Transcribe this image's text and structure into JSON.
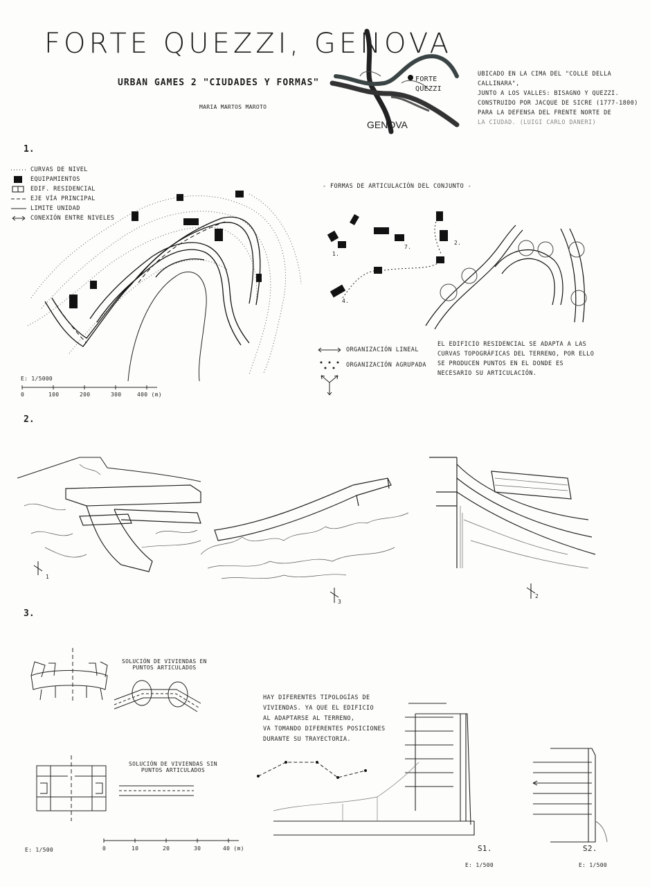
{
  "header": {
    "title": "FORTE QUEZZI, GENOVA",
    "subtitle": "URBAN GAMES 2 \"CIUDADES Y FORMAS\"",
    "author": "MARIA MARTOS MAROTO"
  },
  "map": {
    "label_site": "FORTE QUEZZI",
    "label_city": "GENOVA"
  },
  "intro_text": [
    "UBICADO EN LA CIMA DEL \"COLLE DELLA CALLINARA\",",
    "JUNTO A LOS VALLES: BISAGNO Y QUEZZI.",
    "CONSTRUIDO POR JACQUE DE SICRE (1777-1800)",
    "PARA LA DEFENSA DEL FRENTE NORTE DE",
    "LA CIUDAD. (LUIGI CARLO DANERI)"
  ],
  "section1": {
    "number": "1.",
    "legend": [
      {
        "icon": "dotted-line",
        "label": "CURVAS DE NIVEL"
      },
      {
        "icon": "filled-block",
        "label": "EQUIPAMIENTOS"
      },
      {
        "icon": "outlined-block",
        "label": "EDIF. RESIDENCIAL"
      },
      {
        "icon": "dashed-line",
        "label": "EJE VÍA PRINCIPAL"
      },
      {
        "icon": "solid-line",
        "label": "LIMITE UNIDAD"
      },
      {
        "icon": "double-arrow",
        "label": "CONEXIÓN ENTRE NIVELES"
      }
    ],
    "scale_label": "E: 1/5000",
    "scale_ticks": [
      "0",
      "100",
      "200",
      "300",
      "400 (m)"
    ],
    "articulation_title": "- FORMAS DE ARTICULACIÓN DEL CONJUNTO -",
    "cluster_numbers": [
      "1.",
      "7.",
      "2.",
      "4."
    ],
    "org_legend": [
      {
        "icon": "linear-arrow",
        "label": "ORGANIZACIÓN LINEAL"
      },
      {
        "icon": "grouped-dots",
        "label": "ORGANIZACIÓN AGRUPADA"
      }
    ],
    "description": [
      "EL EDIFICIO RESIDENCIAL SE ADAPTA A LAS",
      "CURVAS TOPOGRÁFICAS DEL TERRENO, POR ELLO",
      "SE PRODUCEN PUNTOS EN EL DONDE ES",
      "NECESARIO SU ARTICULACIÓN."
    ]
  },
  "section2": {
    "number": "2.",
    "view_marks": [
      "1",
      "3",
      "2"
    ]
  },
  "section3": {
    "number": "3.",
    "articulated_label": [
      "SOLUCIÓN DE VIVIENDAS EN",
      "PUNTOS ARTICULADOS"
    ],
    "non_articulated_label": [
      "SOLUCIÓN DE VIVIENDAS SIN",
      "PUNTOS ARTICULADOS"
    ],
    "typology_text": [
      "HAY DIFERENTES TIPOLOGÍAS DE",
      "VIVIENDAS. YA QUE EL EDIFICIO",
      "AL ADAPTARSE AL TERRENO,",
      "VA TOMANDO DIFERENTES POSICIONES",
      "DURANTE SU TRAYECTORIA."
    ],
    "scale_label": "E: 1/500",
    "scale_ticks": [
      "0",
      "10",
      "20",
      "30",
      "40 (m)"
    ],
    "section_labels": [
      "S1.",
      "S2."
    ],
    "section_scales": [
      "E: 1/500",
      "E: 1/500"
    ]
  }
}
